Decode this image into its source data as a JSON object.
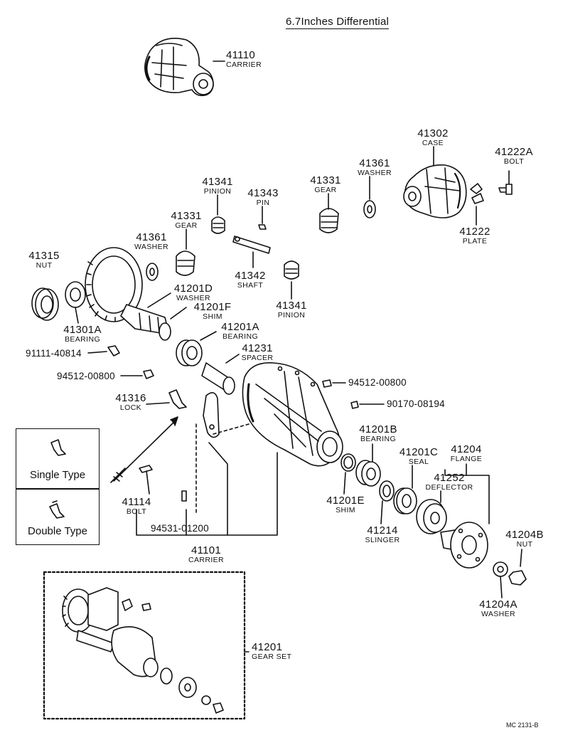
{
  "title": "6.7Inches Differential",
  "labels": {
    "carrier_top": {
      "num": "41110",
      "name": "CARRIER"
    },
    "case": {
      "num": "41302",
      "name": "CASE"
    },
    "bolt_41222a": {
      "num": "41222A",
      "name": "BOLT"
    },
    "washer_41361_top": {
      "num": "41361",
      "name": "WASHER"
    },
    "gear_41331_top": {
      "num": "41331",
      "name": "GEAR"
    },
    "pinion_41341_top": {
      "num": "41341",
      "name": "PINION"
    },
    "pin_41343": {
      "num": "41343",
      "name": "PIN"
    },
    "plate_41222": {
      "num": "41222",
      "name": "PLATE"
    },
    "gear_41331_left": {
      "num": "41331",
      "name": "GEAR"
    },
    "washer_41361_left": {
      "num": "41361",
      "name": "WASHER"
    },
    "nut_41315": {
      "num": "41315",
      "name": "NUT"
    },
    "shaft_41342": {
      "num": "41342",
      "name": "SHAFT"
    },
    "washer_41201d": {
      "num": "41201D",
      "name": "WASHER"
    },
    "shim_41201f": {
      "num": "41201F",
      "name": "SHIM"
    },
    "pinion_41341_right": {
      "num": "41341",
      "name": "PINION"
    },
    "bearing_41301a": {
      "num": "41301A",
      "name": "BEARING"
    },
    "bearing_41201a": {
      "num": "41201A",
      "name": "BEARING"
    },
    "spacer_41231": {
      "num": "41231",
      "name": "SPACER"
    },
    "lock_41316": {
      "num": "41316",
      "name": "LOCK"
    },
    "bearing_41201b": {
      "num": "41201B",
      "name": "BEARING"
    },
    "seal_41201c": {
      "num": "41201C",
      "name": "SEAL"
    },
    "flange_41204": {
      "num": "41204",
      "name": "FLANGE"
    },
    "deflector_41252": {
      "num": "41252",
      "name": "DEFLECTOR"
    },
    "shim_41201e": {
      "num": "41201E",
      "name": "SHIM"
    },
    "bolt_41114": {
      "num": "41114",
      "name": "BOLT"
    },
    "slinger_41214": {
      "num": "41214",
      "name": "SLINGER"
    },
    "nut_41204b": {
      "num": "41204B",
      "name": "NUT"
    },
    "carrier_41101": {
      "num": "41101",
      "name": "CARRIER"
    },
    "washer_41204a": {
      "num": "41204A",
      "name": "WASHER"
    },
    "gearset_41201": {
      "num": "41201",
      "name": "GEAR SET"
    }
  },
  "part_numbers": {
    "p1": "91111-40814",
    "p2": "94512-00800",
    "p3": "94512-00800",
    "p4": "90170-08194",
    "p5": "94531-01200"
  },
  "types": {
    "single": "Single Type",
    "double": "Double Type"
  },
  "code": "MC 2131-B"
}
